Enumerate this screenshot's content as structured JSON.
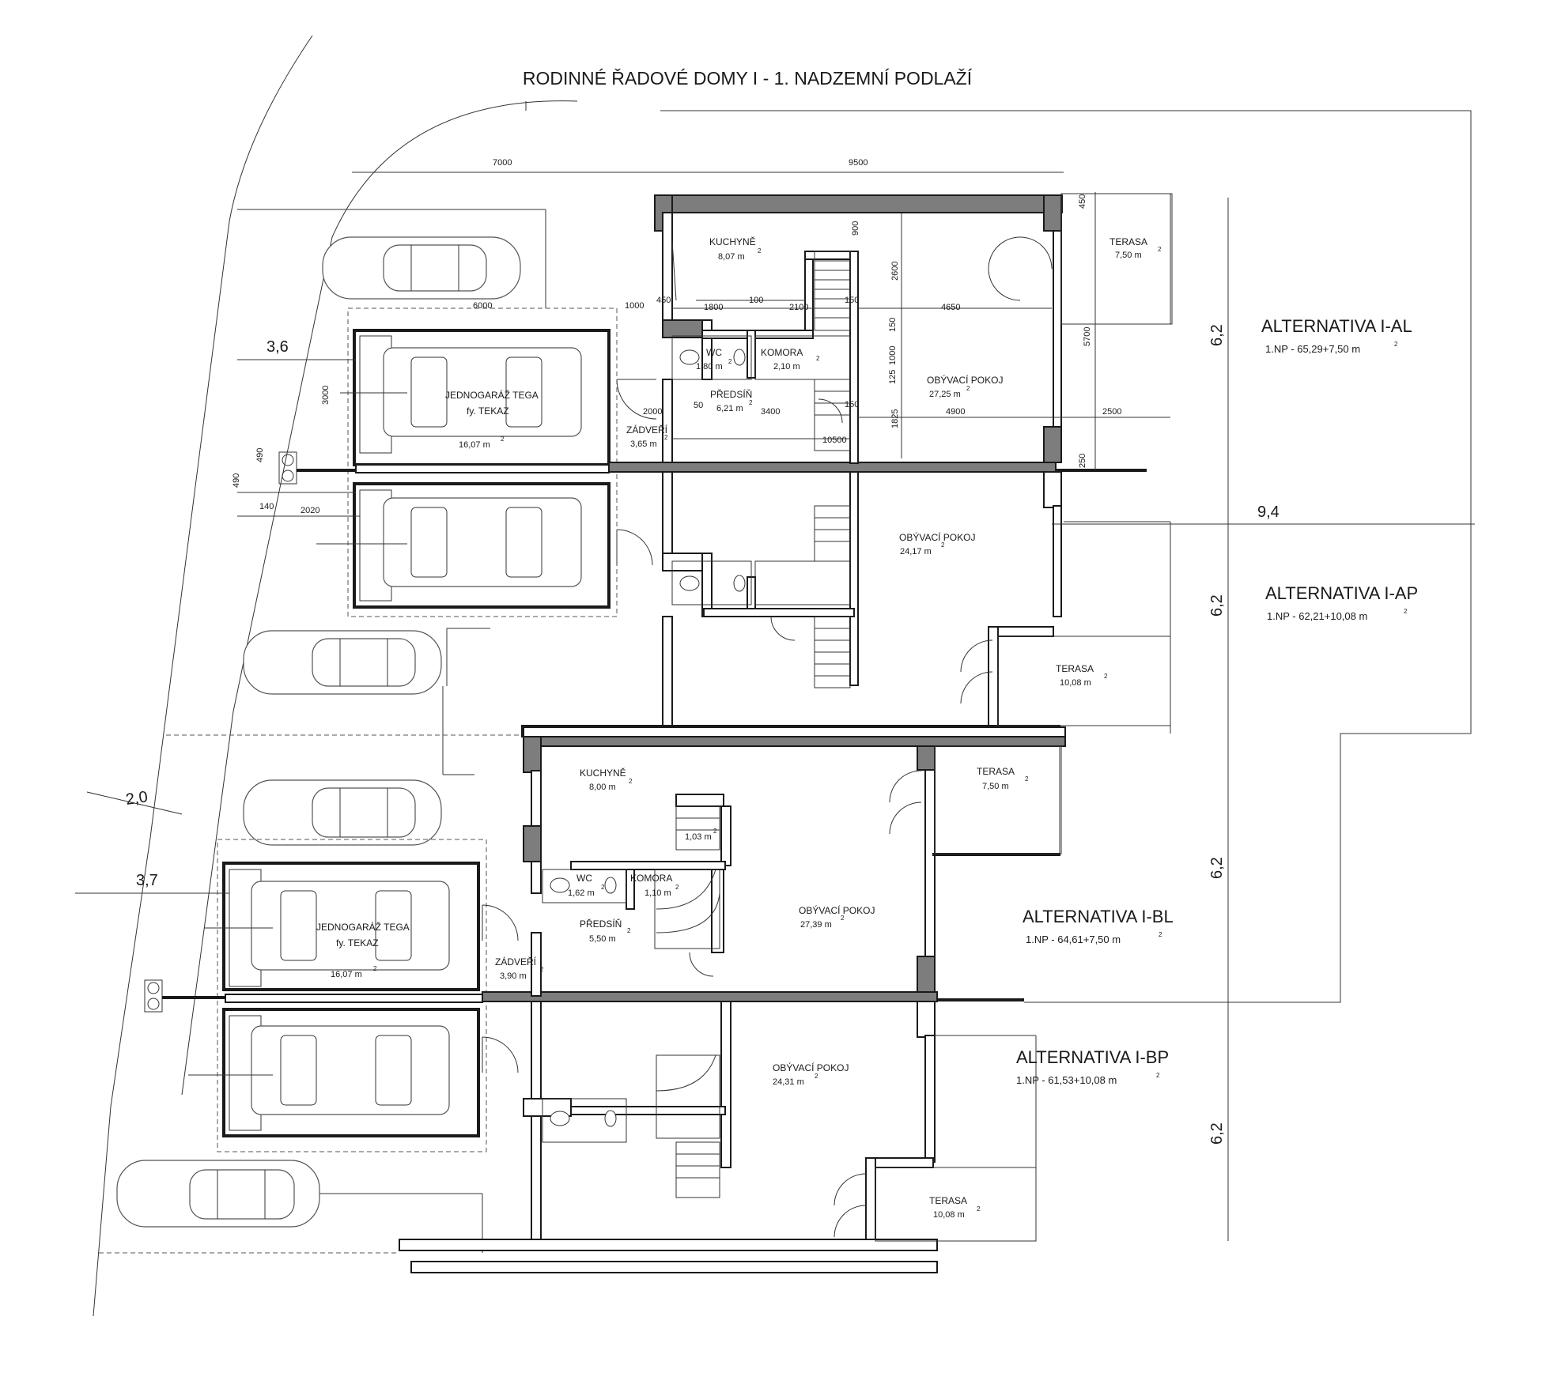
{
  "title": "RODINNÉ ŘADOVÉ DOMY I - 1. NADZEMNÍ PODLAŽÍ",
  "alternatives": [
    {
      "name": "ALTERNATIVA I-AL",
      "area": "1.NP - 65,29+7,50 m",
      "sup": "2"
    },
    {
      "name": "ALTERNATIVA I-AP",
      "area": "1.NP - 62,21+10,08 m",
      "sup": "2"
    },
    {
      "name": "ALTERNATIVA I-BL",
      "area": "1.NP - 64,61+7,50 m",
      "sup": "2"
    },
    {
      "name": "ALTERNATIVA I-BP",
      "area": "1.NP - 61,53+10,08 m",
      "sup": "2"
    }
  ],
  "rooms": {
    "al": {
      "kitchen": {
        "name": "KUCHYNĚ",
        "area": "8,07 m"
      },
      "terrace": {
        "name": "TERASA",
        "area": "7,50 m"
      },
      "wc": {
        "name": "WC",
        "area": "1,80 m"
      },
      "pantry": {
        "name": "KOMORA",
        "area": "2,10 m"
      },
      "hall": {
        "name": "PŘEDSÍŇ",
        "area": "6,21 m"
      },
      "living": {
        "name": "OBÝVACÍ POKOJ",
        "area": "27,25 m"
      },
      "vestibule": {
        "name": "ZÁDVEŘÍ",
        "area": "3,65 m"
      },
      "garage": {
        "name": "JEDNOGARÁŽ TEGA",
        "maker": "fy. TEKAZ",
        "area": "16,07 m"
      }
    },
    "ap": {
      "living": {
        "name": "OBÝVACÍ POKOJ",
        "area": "24,17 m"
      },
      "terrace": {
        "name": "TERASA",
        "area": "10,08 m"
      }
    },
    "bl": {
      "kitchen": {
        "name": "KUCHYNĚ",
        "area": "8,00 m"
      },
      "storage": {
        "area": "1,03 m"
      },
      "terrace": {
        "name": "TERASA",
        "area": "7,50 m"
      },
      "wc": {
        "name": "WC",
        "area": "1,62 m"
      },
      "pantry": {
        "name": "KOMORA",
        "area": "1,10 m"
      },
      "hall": {
        "name": "PŘEDSÍŇ",
        "area": "5,50 m"
      },
      "living": {
        "name": "OBÝVACÍ POKOJ",
        "area": "27,39 m"
      },
      "vestibule": {
        "name": "ZÁDVEŘÍ",
        "area": "3,90 m"
      },
      "garage": {
        "name": "JEDNOGARÁŽ TEGA",
        "maker": "fy. TEKAZ",
        "area": "16,07 m"
      }
    },
    "bp": {
      "living": {
        "name": "OBÝVACÍ POKOJ",
        "area": "24,31 m"
      },
      "terrace": {
        "name": "TERASA",
        "area": "10,08 m"
      }
    }
  },
  "area_sup": "2",
  "dimensions": {
    "d7000": "7000",
    "d9500": "9500",
    "d450a": "450",
    "d450b": "450",
    "d900": "900",
    "d2600": "2600",
    "d5700": "5700",
    "d6000": "6000",
    "d1000a": "1000",
    "d1800": "1800",
    "d100": "100",
    "d2100": "2100",
    "d150a": "150",
    "d4650": "4650",
    "d150b": "150",
    "d1000b": "1000",
    "d125": "125",
    "d3000": "3000",
    "d2000": "2000",
    "d50": "50",
    "d3400": "3400",
    "d150c": "150",
    "d4900": "4900",
    "d2500": "2500",
    "d10500": "10500",
    "d1825": "1825",
    "d250": "250",
    "d490a": "490",
    "d490b": "490",
    "d140": "140",
    "d2020": "2020",
    "big_3_6": "3,6",
    "big_2_0": "2,0",
    "big_3_7": "3,7",
    "big_9_4": "9,4",
    "big_6_2a": "6,2",
    "big_6_2b": "6,2",
    "big_6_2c": "6,2",
    "big_6_2d": "6,2"
  }
}
